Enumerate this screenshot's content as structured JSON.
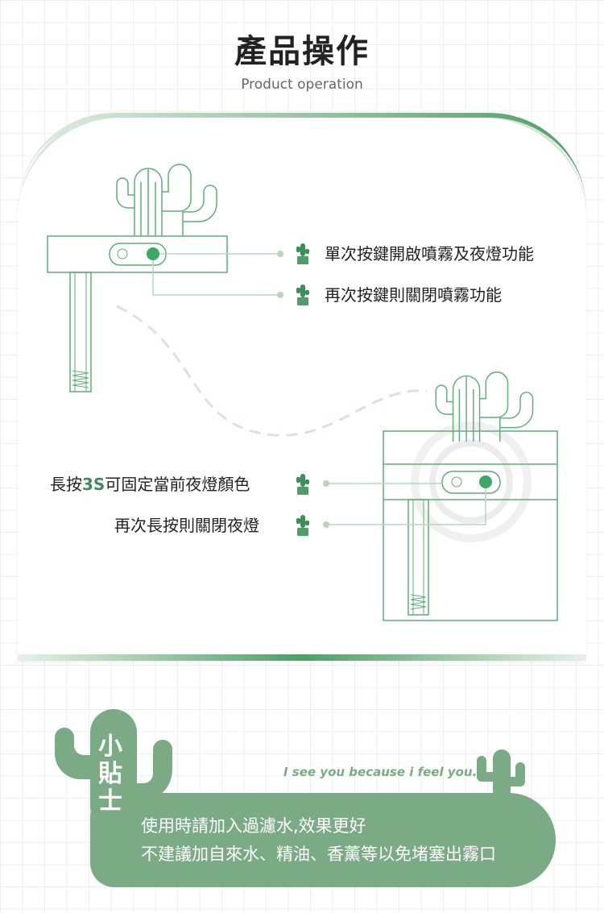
{
  "header": {
    "title": "產品操作",
    "subtitle": "Product operation"
  },
  "operations": {
    "step1": "單次按鍵開啟噴霧及夜燈功能",
    "step2": "再次按鍵則關閉噴霧功能",
    "step3_prefix": "長按",
    "step3_highlight": "3S",
    "step3_suffix": "可固定當前夜燈顏色",
    "step4": "再次長按則關閉夜燈"
  },
  "tips": {
    "title_chars": [
      "小",
      "貼",
      "士"
    ],
    "slogan": "I see you because i feel you.",
    "line1": "使用時請加入過濾水,效果更好",
    "line2": "不建議加自來水、精油、香薰等以免堵塞出霧口"
  },
  "colors": {
    "accent": "#3c8f58",
    "line": "#5fae76",
    "tip_bg": "#7aab85"
  }
}
